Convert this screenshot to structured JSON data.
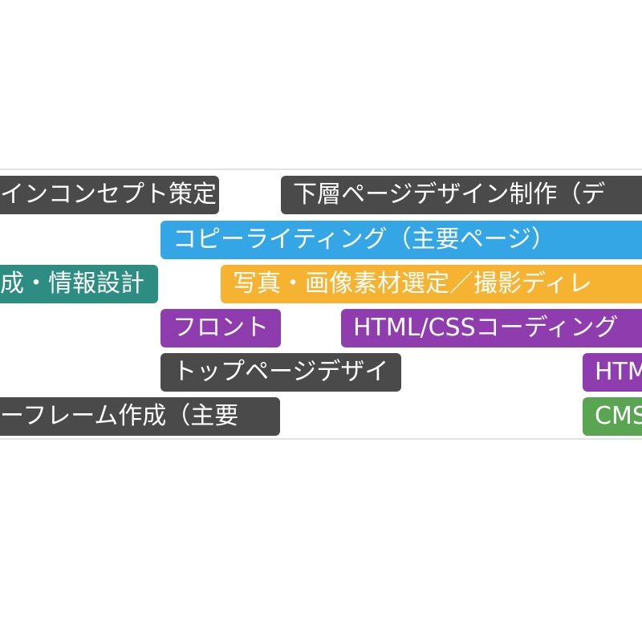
{
  "colors": {
    "dark": "#4a4a4a",
    "blue": "#34a6e6",
    "teal": "#2e8d82",
    "yellow": "#f5b331",
    "purple": "#8e3cae",
    "green": "#5aa552"
  },
  "bars": [
    {
      "label": "インコンセプト策定",
      "color": "dark"
    },
    {
      "label": "下層ページデザイン制作（デ",
      "color": "dark"
    },
    {
      "label": "コピーライティング（主要ページ）",
      "color": "blue"
    },
    {
      "label": "成・情報設計",
      "color": "teal"
    },
    {
      "label": "写真・画像素材選定／撮影ディレ",
      "color": "yellow"
    },
    {
      "label": "フロント",
      "color": "purple"
    },
    {
      "label": "HTML/CSSコーディング",
      "color": "purple"
    },
    {
      "label": "トップページデザイ",
      "color": "dark"
    },
    {
      "label": "HTML",
      "color": "purple"
    },
    {
      "label": "ーフレーム作成（主要",
      "color": "dark"
    },
    {
      "label": "CMS",
      "color": "green"
    }
  ]
}
